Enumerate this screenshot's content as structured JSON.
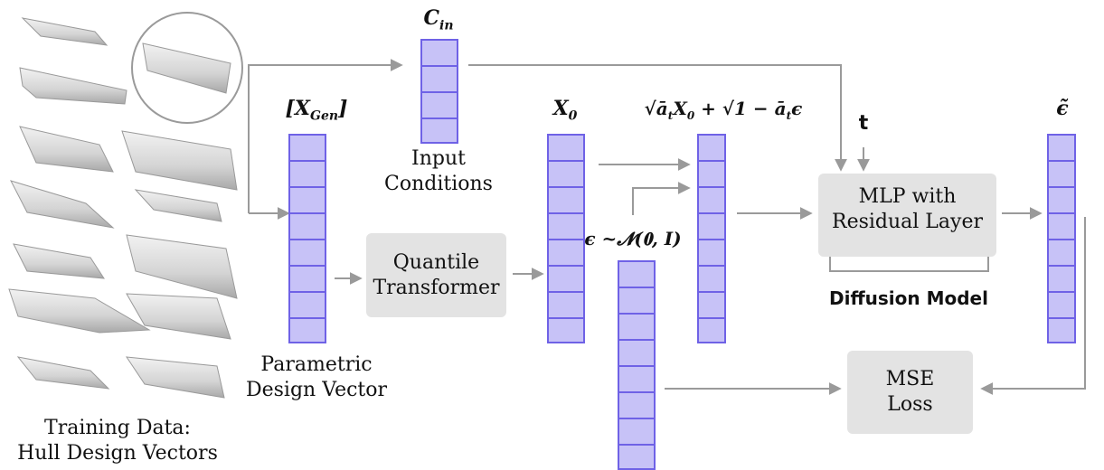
{
  "labels": {
    "training_line1": "Training Data:",
    "training_line2": "Hull Design Vectors",
    "param_line1": "Parametric",
    "param_line2": "Design Vector",
    "xgen": "[X",
    "xgen_sub": "Gen",
    "xgen_close": "]",
    "cin": "C",
    "cin_sub": "in",
    "input_line1": "Input",
    "input_line2": "Conditions",
    "x0": "X",
    "x0_sub": "0",
    "noisy_formula": "√ā",
    "noise_symbol": "ϵ ~𝓝(𝟎, 𝑰)",
    "t": "t",
    "eps_tilde": "ϵ̃",
    "diffusion": "Diffusion Model"
  },
  "boxes": {
    "quantile_line1": "Quantile",
    "quantile_line2": "Transformer",
    "mlp_line1": "MLP with",
    "mlp_line2": "Residual Layer",
    "mse_line1": "MSE",
    "mse_line2": "Loss"
  },
  "colors": {
    "vector_fill": "#c7c2f7",
    "vector_border": "#6f62e6",
    "box_fill": "#e3e3e3",
    "arrow": "#9a9a9a"
  }
}
